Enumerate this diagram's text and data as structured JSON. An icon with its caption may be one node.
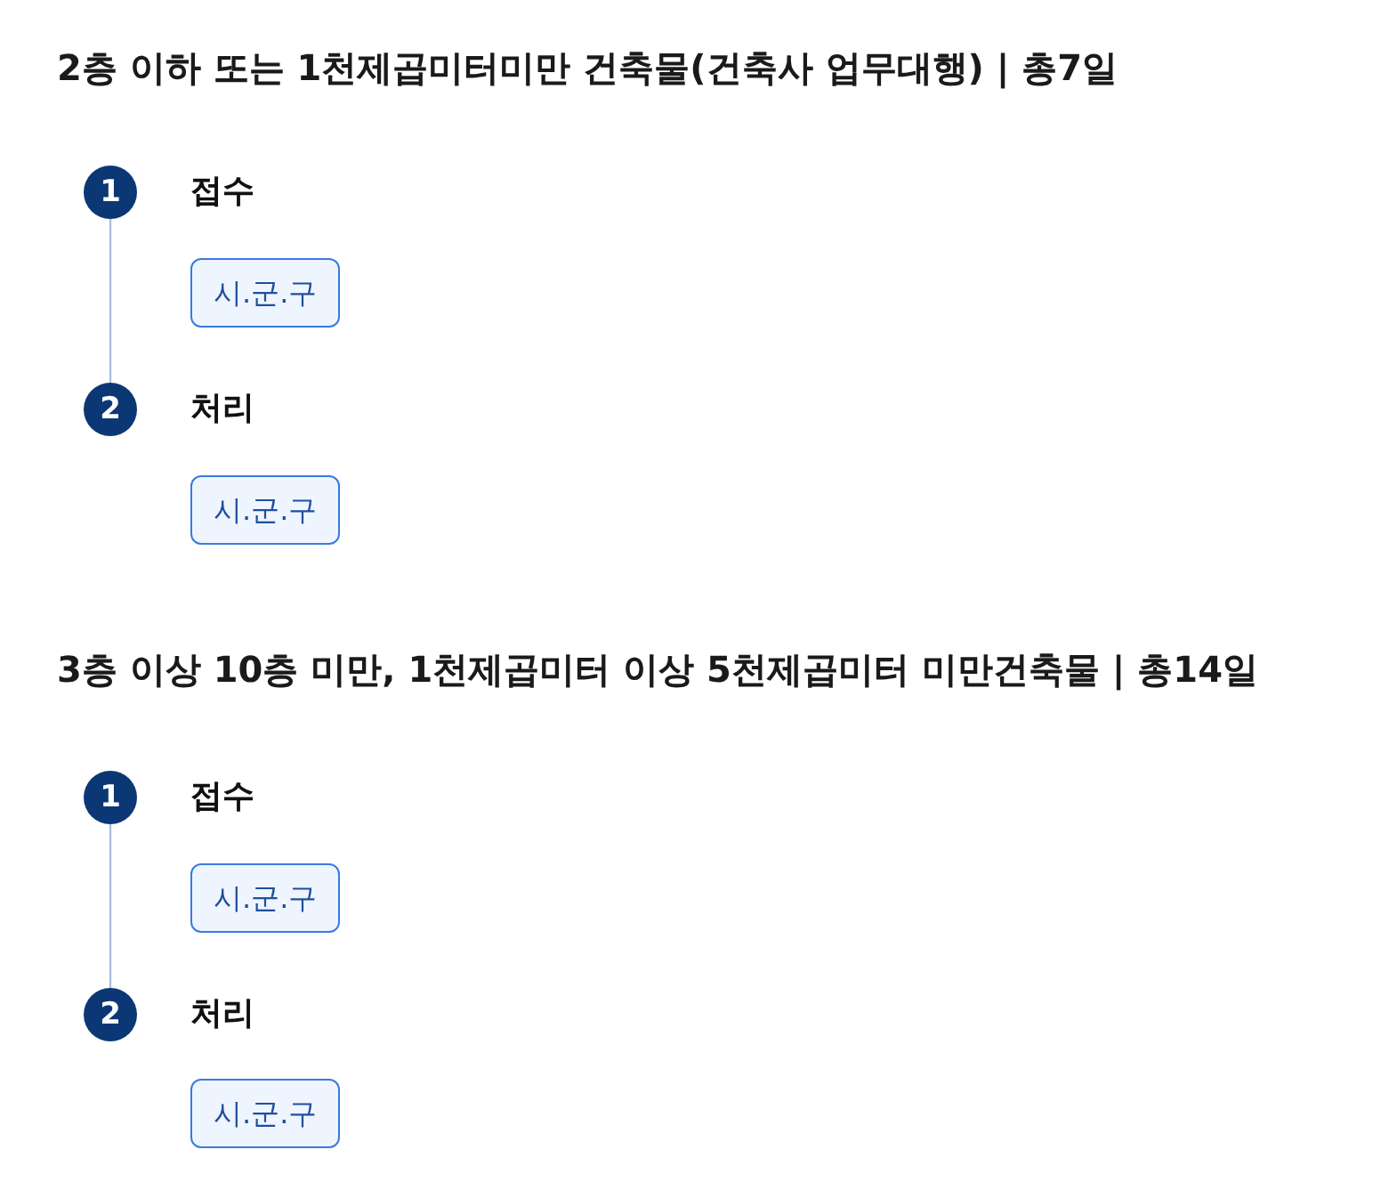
{
  "diagram": {
    "nodes": [
      {
        "text": [
          "1"
        ],
        "beside": [
          "접수"
        ]
      },
      {
        "text": [
          "시.군.구"
        ]
      },
      {
        "text": [
          "2"
        ],
        "beside": [
          "처리"
        ]
      },
      {
        "text": [
          "시.군.구"
        ]
      },
      {
        "text": [
          "1"
        ],
        "beside": [
          "접수"
        ]
      },
      {
        "text": [
          "시.군.구"
        ]
      },
      {
        "text": [
          "2"
        ],
        "beside": [
          "처리"
        ]
      },
      {
        "text": [
          "시.군.구"
        ]
      }
    ],
    "edges": [
      {
        "from": 0,
        "to": 2,
        "arrow": "none"
      },
      {
        "from": 4,
        "to": 6,
        "arrow": "none"
      }
    ],
    "labels": [
      "2층 이하 또는 1천제곱미터미만 건축물(건축사 업무대행) | 총7일",
      "3층 이상 10층 미만, 1천제곱미터 이상 5천제곱미터 미만건축물 | 총14일"
    ]
  }
}
